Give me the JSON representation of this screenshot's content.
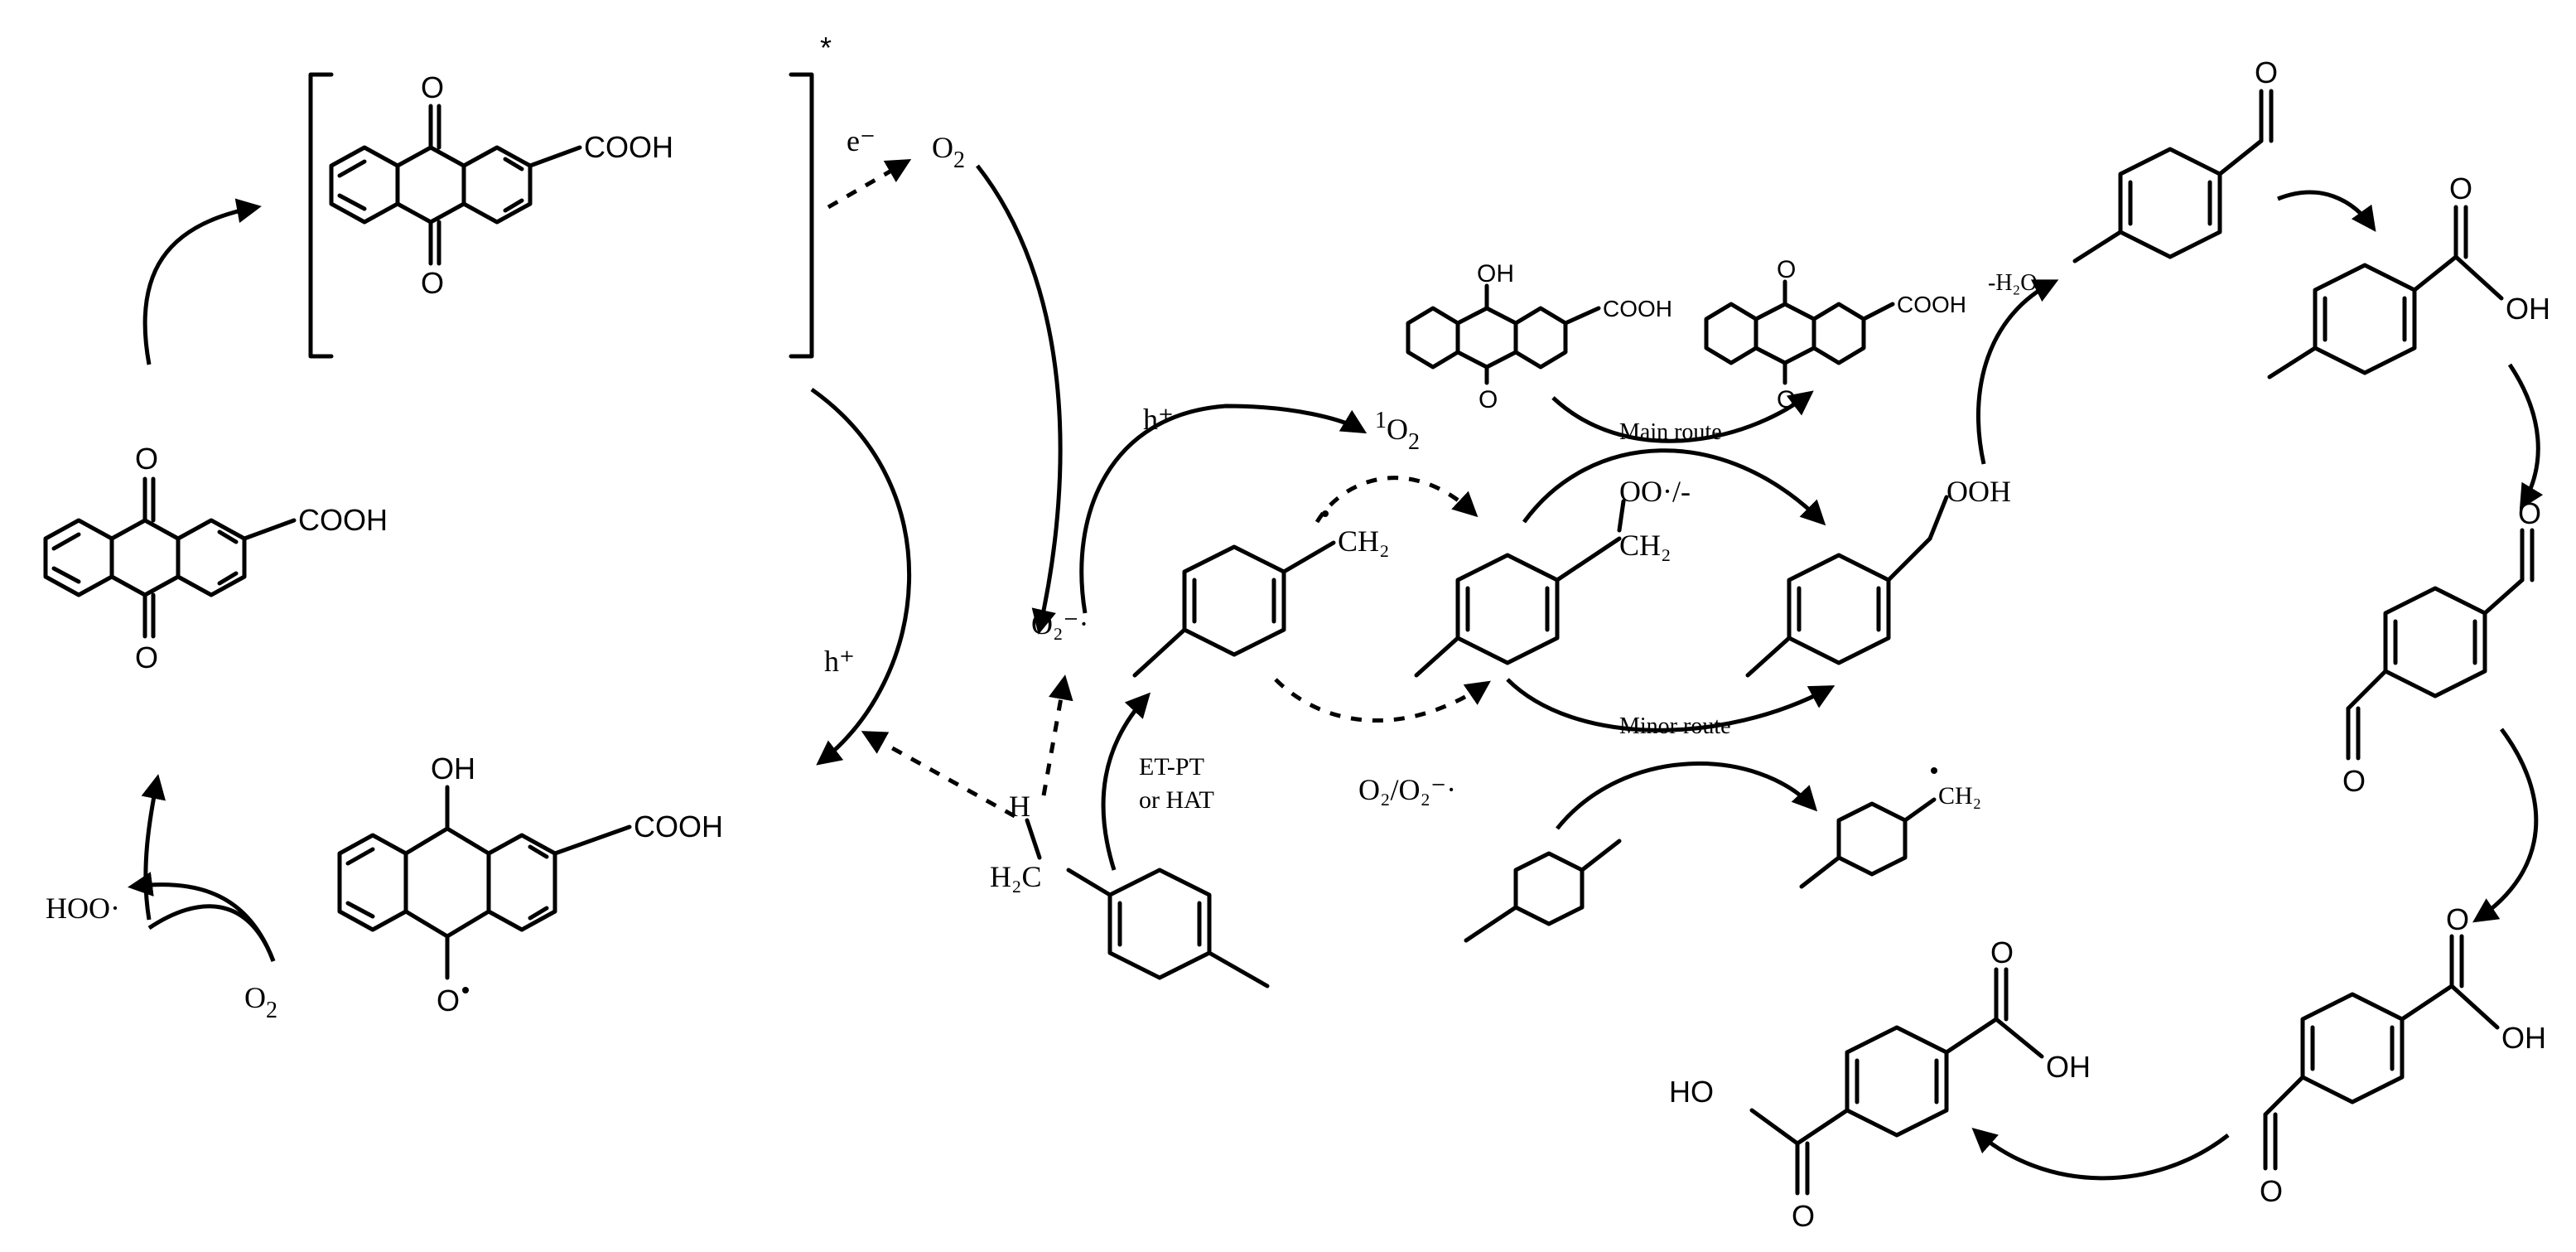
{
  "labels": {
    "cooh": "COOH",
    "o": "O",
    "oh": "OH",
    "ho": "HO",
    "ooh": "OOH",
    "star": "*",
    "electron": "e⁻",
    "o2": "O",
    "o2_sub": "2",
    "hole": "h⁺",
    "singlet_sup": "1",
    "superoxide": "O₂⁻·",
    "h": "H",
    "h2c": "H₂C",
    "ch2": "CH₂",
    "oo_radical": "OO·/-",
    "et_pt": "ET-PT",
    "or_hat": "or HAT",
    "o2_pair": "O₂/O₂⁻·",
    "main_route": "Main route",
    "minor_route": "Minor route",
    "minus_h2o": "-H₂O",
    "hoo": "HOO·"
  }
}
